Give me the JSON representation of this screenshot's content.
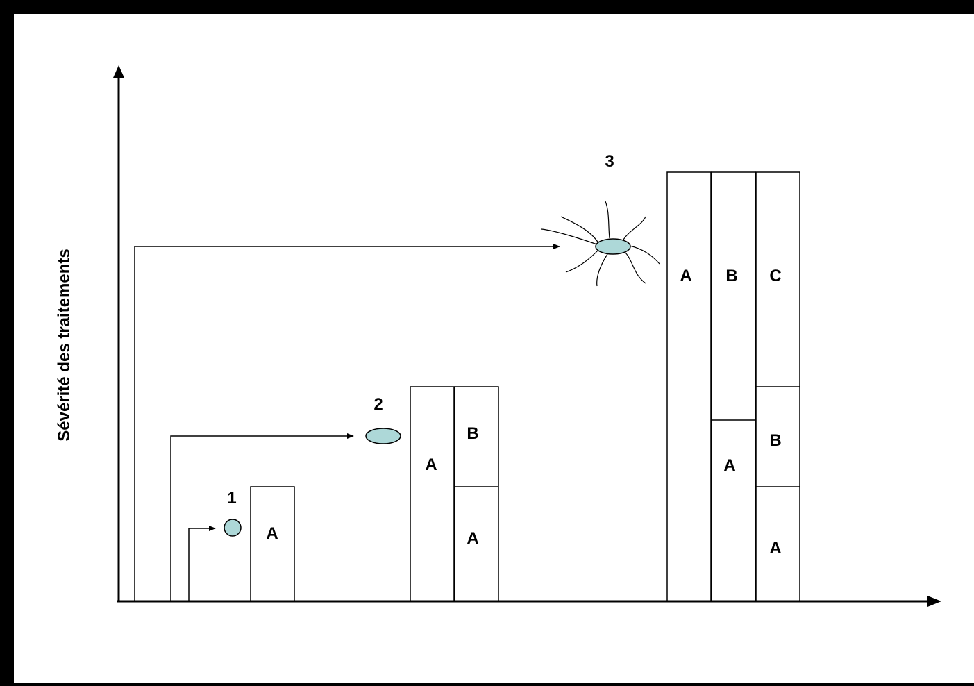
{
  "diagram": {
    "y_axis_label": "Sévérité des traitements",
    "stages": [
      {
        "number": "1",
        "columns": [
          {
            "segments": [
              "A"
            ]
          }
        ]
      },
      {
        "number": "2",
        "columns": [
          {
            "segments": [
              "A"
            ]
          },
          {
            "segments": [
              "A",
              "B"
            ]
          }
        ]
      },
      {
        "number": "3",
        "columns": [
          {
            "segments": [
              "A"
            ]
          },
          {
            "segments": [
              "A",
              "B"
            ]
          },
          {
            "segments": [
              "A",
              "B",
              "C"
            ]
          }
        ]
      }
    ],
    "colors": {
      "background": "#ffffff",
      "frame": "#000000",
      "line": "#000000",
      "cell_fill": "#add8d8"
    }
  }
}
